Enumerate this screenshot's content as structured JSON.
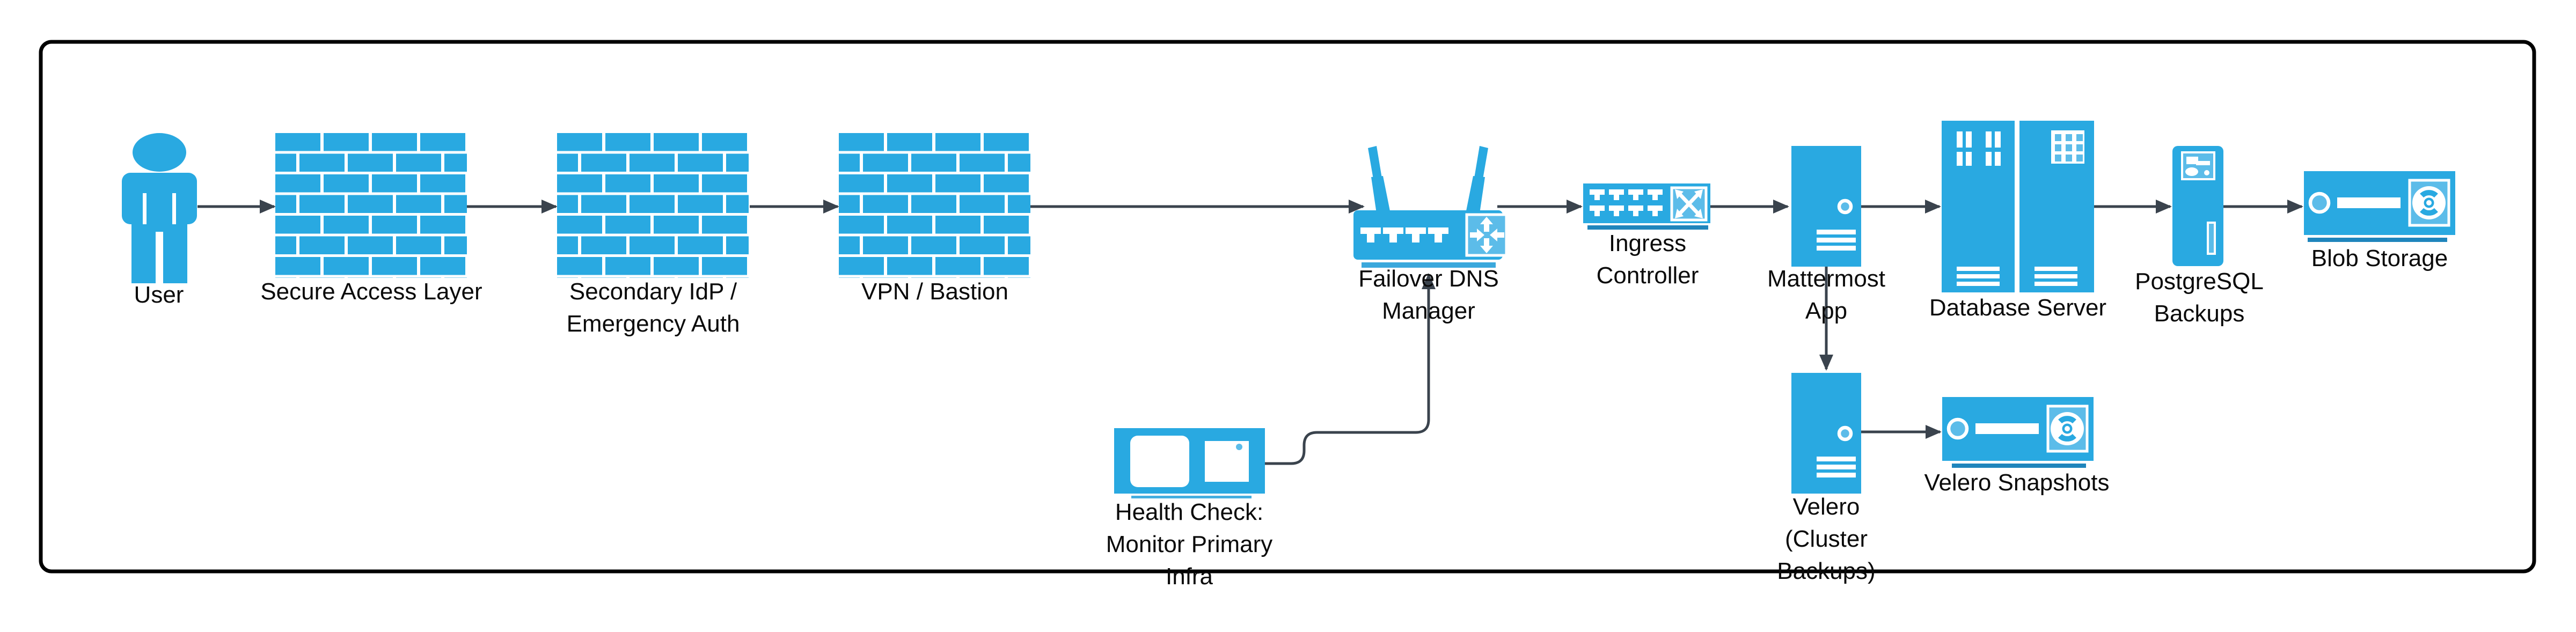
{
  "diagram": {
    "title": "",
    "colors": {
      "primary": "#29A9E1",
      "light": "#5CBCE9",
      "underline": "#1F85BC",
      "underline2": "#3BA8DC",
      "underline3": "#45AEDF",
      "connector": "#3A434D",
      "text": "#0A0A0A",
      "frame": "#000000"
    },
    "nodes": {
      "user": {
        "icon": "person-icon",
        "label": [
          "User"
        ]
      },
      "secure_access_layer": {
        "icon": "firewall-icon",
        "label": [
          "Secure Access Layer"
        ]
      },
      "secondary_idp": {
        "icon": "firewall-icon",
        "label": [
          "Secondary IdP /",
          "Emergency Auth"
        ]
      },
      "vpn_bastion": {
        "icon": "firewall-icon",
        "label": [
          "VPN / Bastion"
        ]
      },
      "failover_dns_manager": {
        "icon": "wireless-router-icon",
        "label": [
          "Failover DNS",
          "Manager"
        ]
      },
      "ingress_controller": {
        "icon": "network-switch-icon",
        "label": [
          "Ingress",
          "Controller"
        ]
      },
      "mattermost_app": {
        "icon": "tower-server-icon",
        "label": [
          "Mattermost",
          "App"
        ]
      },
      "database_server": {
        "icon": "rack-servers-icon",
        "label": [
          "Database Server"
        ]
      },
      "postgresql_backups": {
        "icon": "tower-pc-icon",
        "label": [
          "PostgreSQL",
          "Backups"
        ]
      },
      "blob_storage": {
        "icon": "tape-storage-icon",
        "label": [
          "Blob Storage"
        ]
      },
      "health_check": {
        "icon": "monitor-icon",
        "label": [
          "Health Check:",
          "Monitor Primary",
          "Infra"
        ]
      },
      "velero": {
        "icon": "tower-server-icon",
        "label": [
          "Velero",
          "(Cluster",
          "Backups)"
        ]
      },
      "velero_snapshots": {
        "icon": "tape-storage-icon",
        "label": [
          "Velero Snapshots"
        ]
      }
    },
    "edges": [
      {
        "from": "user",
        "to": "secure_access_layer"
      },
      {
        "from": "secure_access_layer",
        "to": "secondary_idp"
      },
      {
        "from": "secondary_idp",
        "to": "vpn_bastion"
      },
      {
        "from": "vpn_bastion",
        "to": "failover_dns_manager"
      },
      {
        "from": "failover_dns_manager",
        "to": "ingress_controller"
      },
      {
        "from": "ingress_controller",
        "to": "mattermost_app"
      },
      {
        "from": "mattermost_app",
        "to": "database_server"
      },
      {
        "from": "database_server",
        "to": "postgresql_backups"
      },
      {
        "from": "postgresql_backups",
        "to": "blob_storage"
      },
      {
        "from": "mattermost_app",
        "to": "velero"
      },
      {
        "from": "velero",
        "to": "velero_snapshots"
      },
      {
        "from": "health_check",
        "to": "failover_dns_manager"
      }
    ]
  }
}
